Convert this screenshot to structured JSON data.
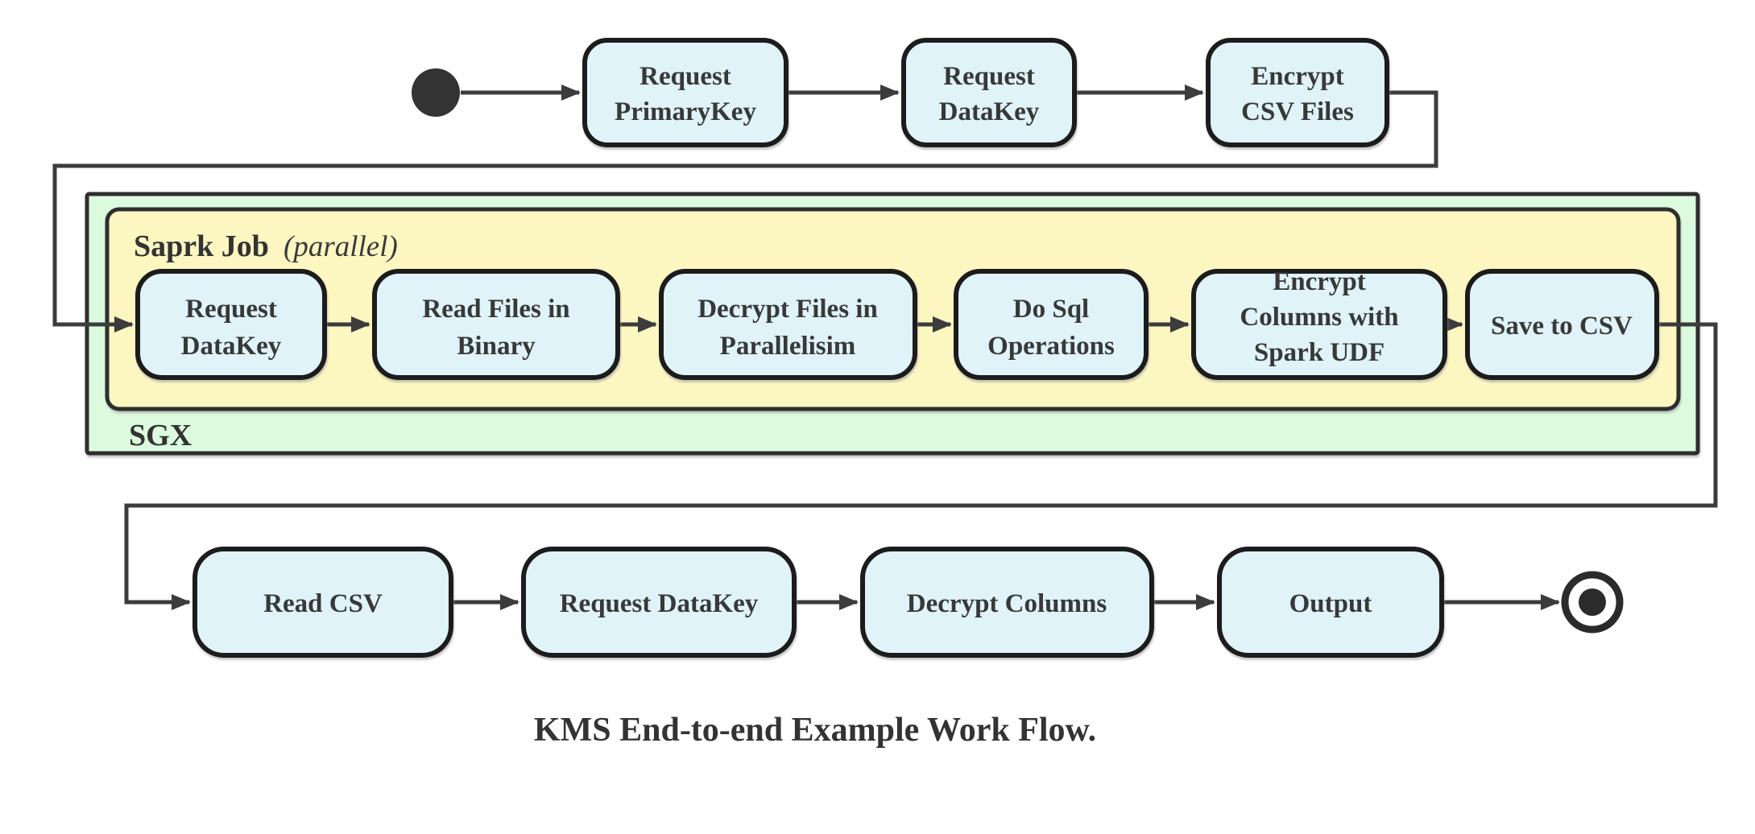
{
  "diagram": {
    "caption": "KMS End-to-end Example Work Flow.",
    "colors": {
      "node_fill": "#dff3f9",
      "node_border": "#1e1e1e",
      "sgx_fill": "#dcfade",
      "spark_fill": "#fcf6c1",
      "edge": "#3c3c3c",
      "text": "#383838",
      "start_end_fill": "#333333"
    },
    "containers": {
      "sgx": {
        "label": "SGX"
      },
      "spark": {
        "label": "Saprk Job",
        "label_suffix": "(parallel)"
      }
    },
    "top_row": {
      "nodes": [
        {
          "id": "request-primarykey",
          "lines": [
            "Request",
            "PrimaryKey"
          ]
        },
        {
          "id": "request-datakey",
          "lines": [
            "Request",
            "DataKey"
          ]
        },
        {
          "id": "encrypt-csv-files",
          "lines": [
            "Encrypt",
            "CSV Files"
          ]
        }
      ]
    },
    "spark_row": {
      "nodes": [
        {
          "id": "request-datakey-sgx",
          "lines": [
            "Request",
            "DataKey"
          ]
        },
        {
          "id": "read-files-in-binary",
          "lines": [
            "Read Files in",
            "Binary"
          ]
        },
        {
          "id": "decrypt-files-in-parallelisim",
          "lines": [
            "Decrypt Files in",
            "Parallelisim"
          ]
        },
        {
          "id": "do-sql-operations",
          "lines": [
            "Do Sql",
            "Operations"
          ]
        },
        {
          "id": "encrypt-columns-with-spark-udf",
          "lines": [
            "Encrypt",
            "Columns with",
            "Spark UDF"
          ]
        },
        {
          "id": "save-to-csv",
          "lines": [
            "Save to CSV"
          ]
        }
      ]
    },
    "bottom_row": {
      "nodes": [
        {
          "id": "read-csv",
          "lines": [
            "Read CSV"
          ]
        },
        {
          "id": "request-datakey-final",
          "lines": [
            "Request DataKey"
          ]
        },
        {
          "id": "decrypt-columns",
          "lines": [
            "Decrypt Columns"
          ]
        },
        {
          "id": "output",
          "lines": [
            "Output"
          ]
        }
      ]
    }
  }
}
